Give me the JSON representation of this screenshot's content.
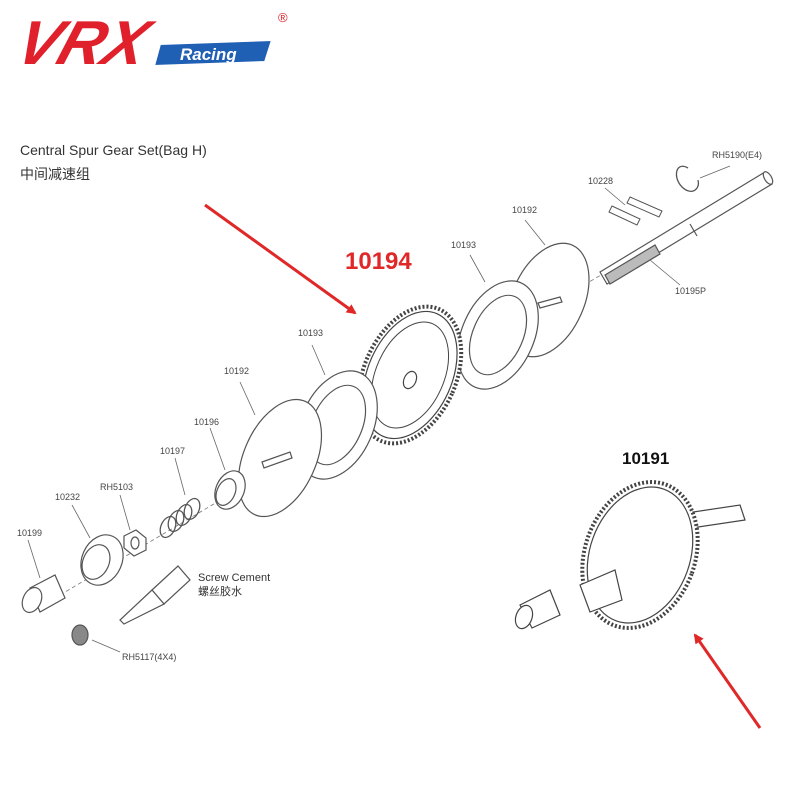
{
  "brand": {
    "logo_text": "VRX",
    "sub_text": "Racing",
    "registered": "®",
    "red": "#e0202a",
    "blue": "#1f5fb4"
  },
  "heading": {
    "title": "Central Spur Gear Set(Bag H)",
    "subtitle": "中间减速组"
  },
  "highlight": {
    "main_part": "10194",
    "assembly_part": "10191",
    "arrow_color": "#e02828"
  },
  "labels": {
    "rh5190": "RH5190(E4)",
    "p10228": "10228",
    "p10192_top": "10192",
    "p10193_top": "10193",
    "p10195p": "10195P",
    "p10193_left": "10193",
    "p10192_left": "10192",
    "p10196": "10196",
    "p10197": "10197",
    "rh5103": "RH5103",
    "p10232": "10232",
    "p10199": "10199",
    "screw_cement_en": "Screw Cement",
    "screw_cement_cn": "螺丝胶水",
    "rh5117": "RH5117(4X4)"
  }
}
